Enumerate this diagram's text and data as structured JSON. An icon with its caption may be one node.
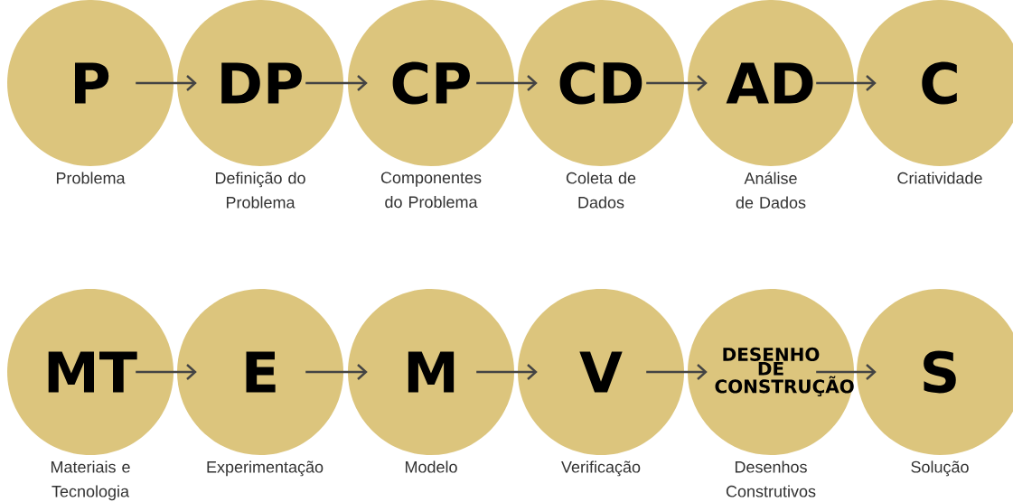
{
  "diagram": {
    "nodes": [
      {
        "text": [
          "P"
        ],
        "beside": [
          "Problema"
        ]
      },
      {
        "text": [
          "DP"
        ],
        "beside": [
          "Definição do Problema"
        ]
      },
      {
        "text": [
          "CP"
        ],
        "beside": [
          "Componentes do Problema"
        ]
      },
      {
        "text": [
          "CD"
        ],
        "beside": [
          "Coleta de Dados"
        ]
      },
      {
        "text": [
          "AD"
        ],
        "beside": [
          "Análise de Dados"
        ]
      },
      {
        "text": [
          "C"
        ],
        "beside": [
          "Criatividade"
        ]
      },
      {
        "text": [
          "MT"
        ],
        "beside": [
          "Materiais e Tecnologia"
        ]
      },
      {
        "text": [
          "E"
        ],
        "beside": [
          "Experimentação"
        ]
      },
      {
        "text": [
          "M"
        ],
        "beside": [
          "Modelo"
        ]
      },
      {
        "text": [
          "V"
        ],
        "beside": [
          "Verificação"
        ]
      },
      {
        "text": [
          "DESENHO DE CONSTRUÇÃO"
        ],
        "beside": [
          "Desenhos Construtivos"
        ]
      },
      {
        "text": [
          "S"
        ],
        "beside": [
          "Solução"
        ]
      }
    ],
    "edges": [
      {
        "from": 0,
        "to": 1,
        "arrow": "to"
      },
      {
        "from": 1,
        "to": 2,
        "arrow": "to"
      },
      {
        "from": 2,
        "to": 3,
        "arrow": "to"
      },
      {
        "from": 3,
        "to": 4,
        "arrow": "to"
      },
      {
        "from": 4,
        "to": 5,
        "arrow": "to"
      },
      {
        "from": 6,
        "to": 7,
        "arrow": "to"
      },
      {
        "from": 7,
        "to": 8,
        "arrow": "to"
      },
      {
        "from": 8,
        "to": 9,
        "arrow": "to"
      },
      {
        "from": 9,
        "to": 10,
        "arrow": "to"
      },
      {
        "from": 10,
        "to": 11,
        "arrow": "to"
      }
    ]
  }
}
